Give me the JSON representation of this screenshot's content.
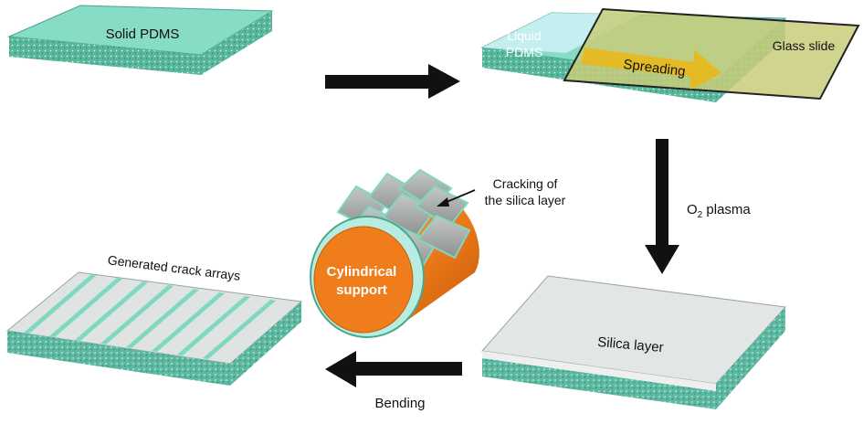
{
  "labels": {
    "solid_pdms": "Solid PDMS",
    "liquid_pdms_line1": "Liquid",
    "liquid_pdms_line2": "PDMS",
    "spreading": "Spreading",
    "glass_slide": "Glass slide",
    "o2_plasma_o": "O",
    "o2_plasma_sub": "2",
    "o2_plasma_rest": " plasma",
    "silica_layer": "Silica layer",
    "bending": "Bending",
    "cracking_line1": "Cracking of",
    "cracking_line2": "the silica layer",
    "cylindrical_line1": "Cylindrical",
    "cylindrical_line2": "support",
    "generated_crack_arrays": "Generated crack arrays"
  },
  "colors": {
    "pdms_top": "#7fd8c0",
    "pdms_edge": "#3f9e86",
    "liquid_pdms": "#bfeef0",
    "glass_slide": "#c9cf7a",
    "spreading_arrow": "#e8b81a",
    "silica_top": "#dfe4e3",
    "cylinder_orange": "#f07d1c",
    "arrow_black": "#111111"
  }
}
